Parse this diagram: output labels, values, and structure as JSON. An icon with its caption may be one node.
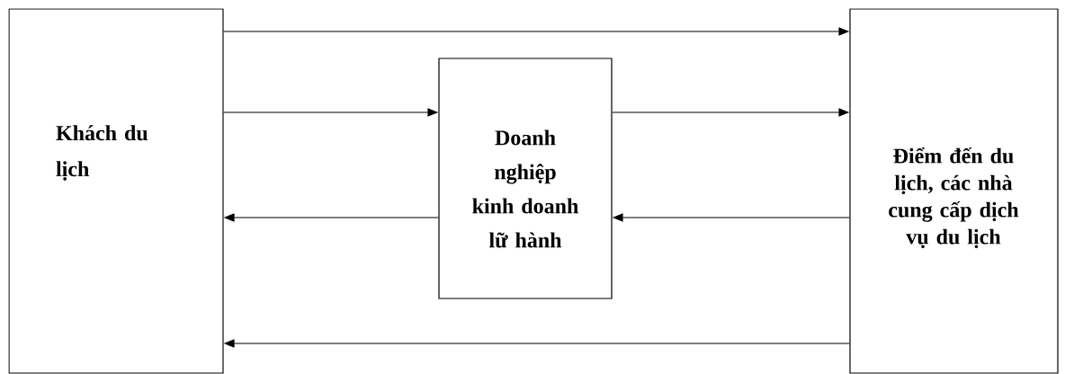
{
  "diagram": {
    "nodes": [
      {
        "text": [
          "Khách du lịch"
        ]
      },
      {
        "text": [
          "Doanh nghiệp kinh doanh lữ hành"
        ]
      },
      {
        "text": [
          "Điểm đến du lịch, các nhà cung cấp dịch vụ du lịch"
        ]
      }
    ],
    "edges": [
      {
        "from": 0,
        "to": 2,
        "arrow": "to"
      },
      {
        "from": 0,
        "to": 1,
        "arrow": "to"
      },
      {
        "from": 1,
        "to": 2,
        "arrow": "to"
      },
      {
        "from": 1,
        "to": 0,
        "arrow": "to"
      },
      {
        "from": 2,
        "to": 1,
        "arrow": "to"
      },
      {
        "from": 2,
        "to": 0,
        "arrow": "to"
      }
    ]
  }
}
